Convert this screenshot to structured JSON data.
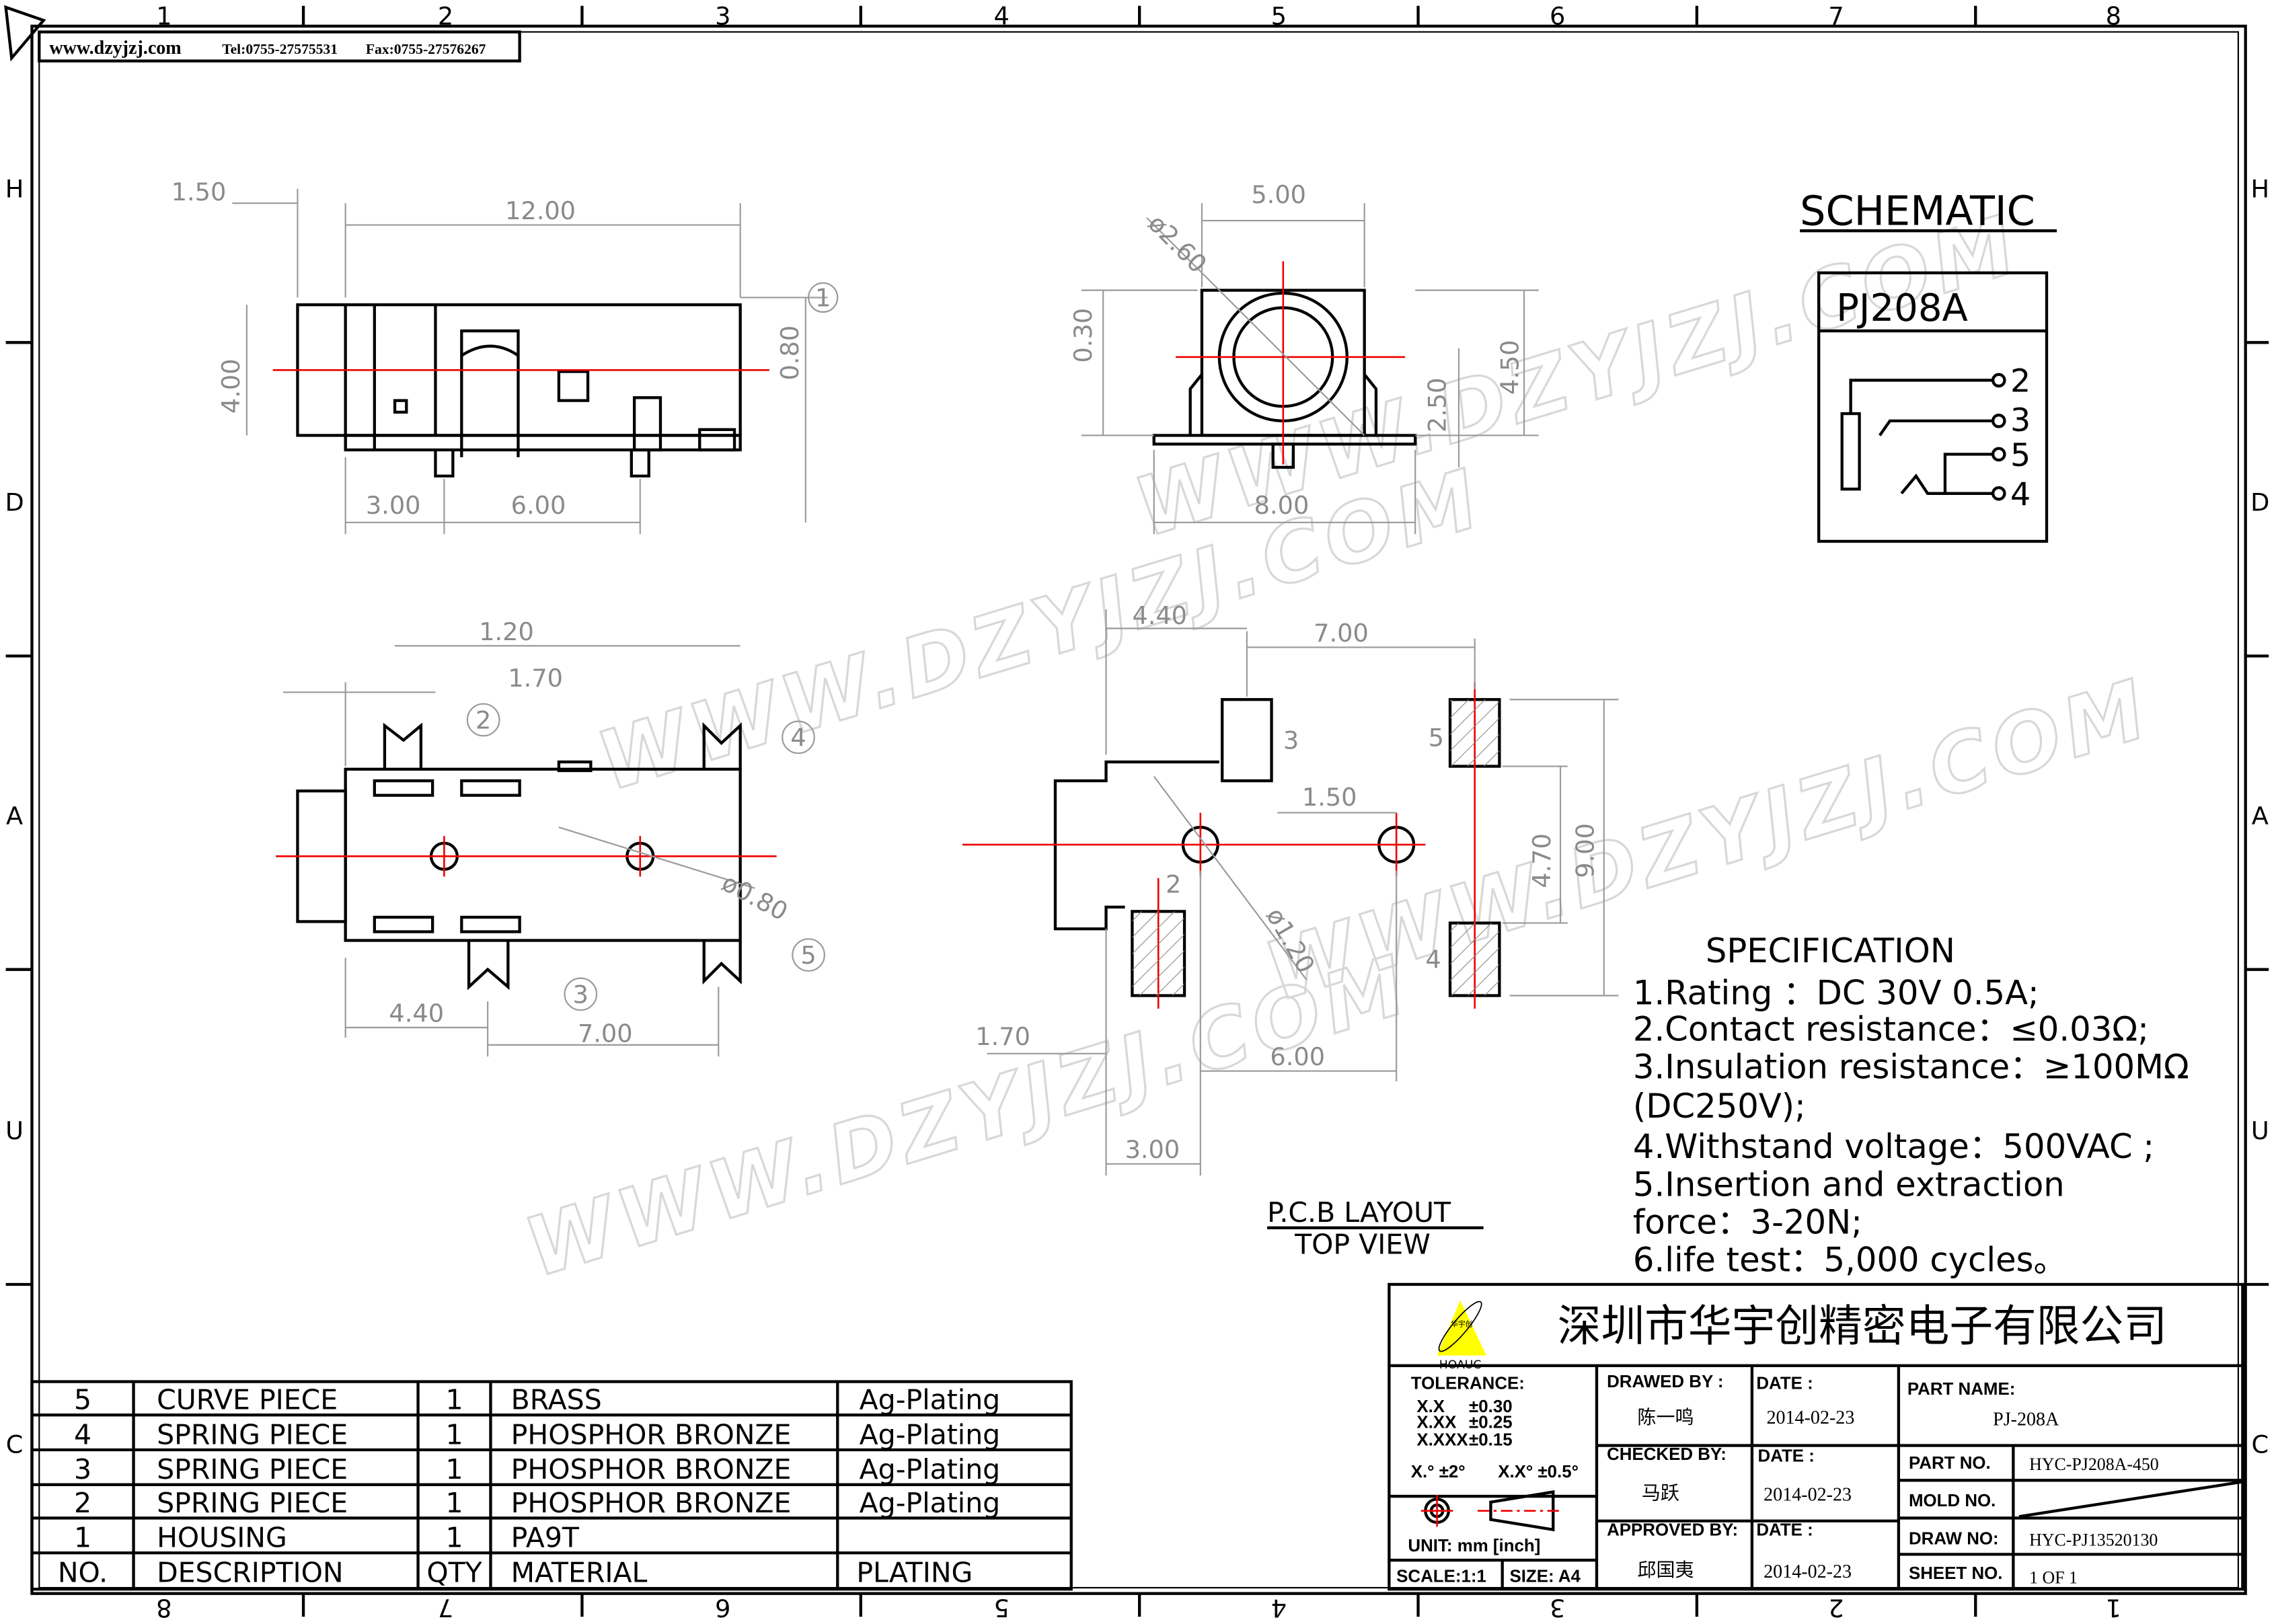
{
  "header": {
    "website": "www.dzyjzj.com",
    "tel": "Tel:0755-27575531",
    "fax": "Fax:0755-27576267"
  },
  "grid": {
    "columns": [
      "1",
      "2",
      "3",
      "4",
      "5",
      "6",
      "7",
      "8"
    ],
    "rows": [
      "H",
      "D",
      "A",
      "U",
      "C"
    ]
  },
  "watermark": "WWW.DZYJZJ.COM",
  "front_view": {
    "dims": [
      "1.50",
      "12.00",
      "4.00",
      "0.80",
      "3.00",
      "6.00"
    ],
    "callout": "1",
    "dia_prefix": "ø"
  },
  "side_view": {
    "dims": [
      "5.00",
      "ø2.60",
      "0.30",
      "2.50",
      "4.50",
      "8.00"
    ]
  },
  "top_view": {
    "dims": [
      "1.20",
      "1.70",
      "4.40",
      "7.00",
      "ø0.80"
    ],
    "callouts": [
      "2",
      "3",
      "4",
      "5"
    ]
  },
  "pcb_layout": {
    "dims": [
      "4.40",
      "7.00",
      "1.50",
      "4.70",
      "9.00",
      "ø1.20",
      "1.70",
      "6.00",
      "3.00"
    ],
    "pad_labels": [
      "3",
      "5",
      "2",
      "4"
    ],
    "title": "P.C.B LAYOUT",
    "subtitle": "TOP VIEW"
  },
  "schematic": {
    "title": "SCHEMATIC",
    "part": "PJ208A",
    "pins": [
      "2",
      "3",
      "5",
      "4"
    ]
  },
  "specification": {
    "title": "SPECIFICATION",
    "lines": [
      "1.Rating ：DC 30V 0.5A;",
      "2.Contact resistance：≤0.03Ω;",
      "3.Insulation resistance：≥100MΩ",
      "(DC250V);",
      "4.Withstand voltage：500VAC ;",
      "5.Insertion and extraction",
      "force：3-20N;",
      "6.life test：5,000 cycles。"
    ]
  },
  "bom": {
    "headers": [
      "NO.",
      "DESCRIPTION",
      "QTY",
      "MATERIAL",
      "PLATING"
    ],
    "rows": [
      [
        "5",
        "CURVE PIECE",
        "1",
        "BRASS",
        "Ag-Plating"
      ],
      [
        "4",
        "SPRING PIECE",
        "1",
        "PHOSPHOR BRONZE",
        "Ag-Plating"
      ],
      [
        "3",
        "SPRING PIECE",
        "1",
        "PHOSPHOR BRONZE",
        "Ag-Plating"
      ],
      [
        "2",
        "SPRING PIECE",
        "1",
        "PHOSPHOR BRONZE",
        "Ag-Plating"
      ],
      [
        "1",
        "HOUSING",
        "1",
        "PA9T",
        ""
      ]
    ]
  },
  "title_block": {
    "company": "深圳市华宇创精密电子有限公司",
    "logo_text": "HOAUC",
    "logo_cn": "华宇创",
    "tolerance_label": "TOLERANCE:",
    "tolerances": [
      [
        "X.X",
        "±0.30"
      ],
      [
        "X.XX",
        "±0.25"
      ],
      [
        "X.XXX",
        "±0.15"
      ]
    ],
    "angle_tol": [
      "X.° ±2°",
      "X.X° ±0.5°"
    ],
    "unit": "UNIT:  mm  [inch]",
    "scale": "SCALE:1:1",
    "size": "SIZE: A4",
    "drawed_by_label": "DRAWED BY :",
    "drawed_by": "陈一鸣",
    "checked_by_label": "CHECKED BY:",
    "checked_by": "马跃",
    "approved_by_label": "APPROVED BY:",
    "approved_by": "邱国夷",
    "date_label": "DATE :",
    "dates": [
      "2014-02-23",
      "2014-02-23",
      "2014-02-23"
    ],
    "part_name_label": "PART NAME:",
    "part_name": "PJ-208A",
    "part_no_label": "PART NO.",
    "part_no": "HYC-PJ208A-450",
    "mold_no_label": "MOLD NO.",
    "draw_no_label": "DRAW NO:",
    "draw_no": "HYC-PJ13520130",
    "sheet_no_label": "SHEET NO.",
    "sheet_no": "1 OF 1"
  },
  "colors": {
    "centerline": "#ee0000",
    "dimension": "#8a8a8a",
    "logo": "#ffff00"
  }
}
